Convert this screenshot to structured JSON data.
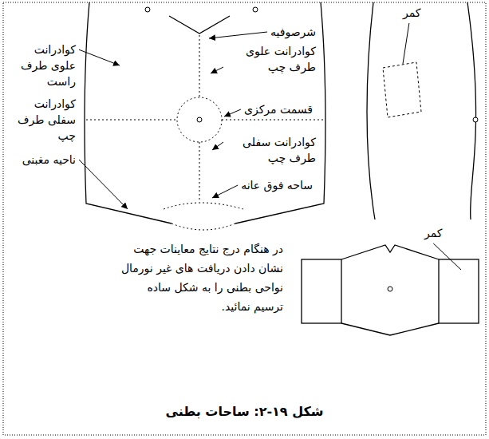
{
  "diagram": {
    "caption": "شکل ۱۹-۲: ساحات بطنی",
    "labels": [
      "کمر",
      "شرصوفیه",
      "کوادرانت علوی طرف چپ",
      "کوادرانت علوی طرف راست",
      "قسمت مرکزی",
      "کوادرانت سفلی طرف چپ",
      "کوادرانت سفلی طرف چپ",
      "ناحیه مغبنی",
      "ساحه فوق عانه",
      "در هنگام درج نتایج معاینات جهت نشان دادن دریافت های غیر نورمال نواحی بطنی را به شکل ساده ترسیم نمائید.",
      "کمر"
    ]
  }
}
